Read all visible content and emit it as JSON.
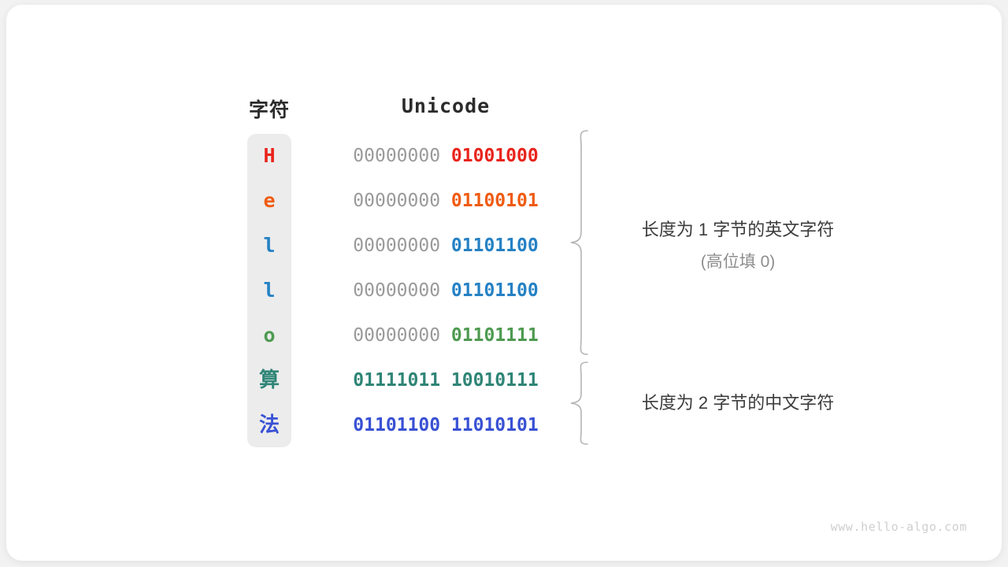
{
  "page": {
    "background": "#f2f2f2",
    "card_background": "#ffffff"
  },
  "headers": {
    "char": "字符",
    "unicode": "Unicode"
  },
  "palette": {
    "red": "#e8241c",
    "orange": "#ef5b11",
    "blue": "#2581c4",
    "green": "#4e9a51",
    "teal": "#2f8577",
    "royal": "#3951d4",
    "gray_hi_bits": "#9a9a9a",
    "pill_background": "#ececec",
    "brace": "#b4b4b4",
    "note_text": "#3c3c3c",
    "note_sub_text": "#8d8d8d",
    "watermark": "#cfcfcf"
  },
  "rows": [
    {
      "char": "H",
      "high": "00000000",
      "low": "01001000",
      "color": "#e8241c",
      "cjk": false,
      "high_filled": false
    },
    {
      "char": "e",
      "high": "00000000",
      "low": "01100101",
      "color": "#ef5b11",
      "cjk": false,
      "high_filled": false
    },
    {
      "char": "l",
      "high": "00000000",
      "low": "01101100",
      "color": "#2581c4",
      "cjk": false,
      "high_filled": false
    },
    {
      "char": "l",
      "high": "00000000",
      "low": "01101100",
      "color": "#2581c4",
      "cjk": false,
      "high_filled": false
    },
    {
      "char": "o",
      "high": "00000000",
      "low": "01101111",
      "color": "#4e9a51",
      "cjk": false,
      "high_filled": false
    },
    {
      "char": "算",
      "high": "01111011",
      "low": "10010111",
      "color": "#2f8577",
      "cjk": true,
      "high_filled": true
    },
    {
      "char": "法",
      "high": "01101100",
      "low": "11010101",
      "color": "#3951d4",
      "cjk": true,
      "high_filled": true
    }
  ],
  "annotations": {
    "group1_main": "长度为 1 字节的英文字符",
    "group1_sub": "(高位填 0)",
    "group2_main": "长度为 2 字节的中文字符"
  },
  "watermark": "www.hello-algo.com"
}
